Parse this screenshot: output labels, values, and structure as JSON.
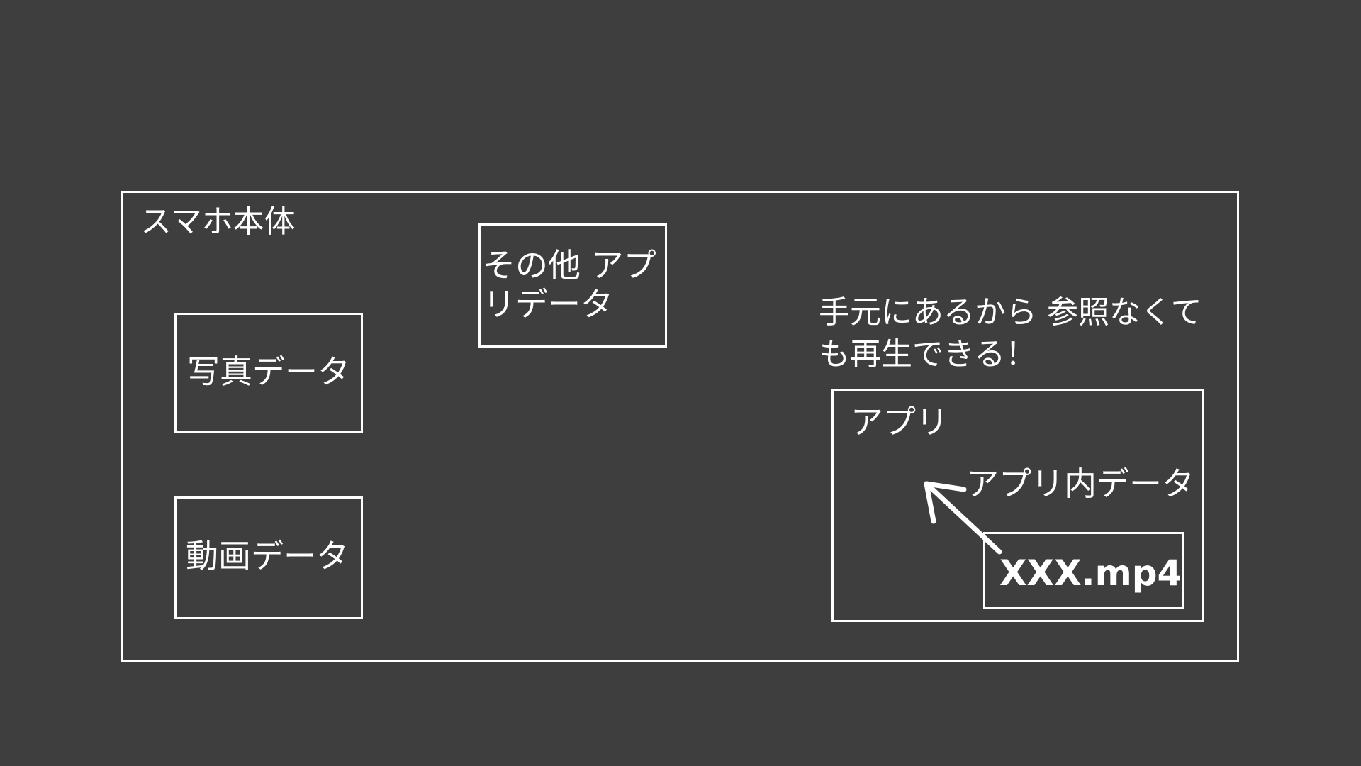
{
  "diagram": {
    "phone_title": "スマホ本体",
    "other_app_data": "その他 アプリデータ",
    "photo_data": "写真データ",
    "video_data": "動画データ",
    "note": "手元にあるから 参照なくても再生できる！",
    "app_title": "アプリ",
    "app_internal_data": "アプリ内データ",
    "file_name": "XXX.mp4"
  },
  "colors": {
    "background": "#3e3e3e",
    "stroke": "#ffffff",
    "text": "#ffffff"
  }
}
